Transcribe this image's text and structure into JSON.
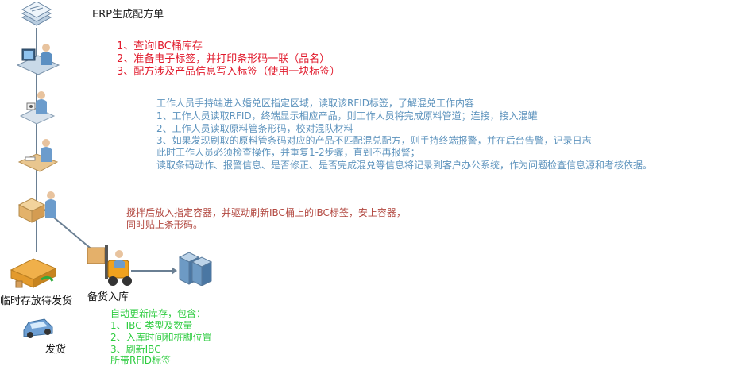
{
  "title": "ERP生成配方单",
  "red_notes": [
    "1、查询IBC桶库存",
    "2、准备电子标签，并打印条形码一联（品名）",
    "3、配方涉及产品信息写入标签（使用一块标签）"
  ],
  "blue_notes": [
    "工作人员手持端进入婚兑区指定区域，读取该RFID标签，了解混兑工作内容",
    "1、工作人员读取RFID，终端显示相应产品，则工作人员将完成原料管道；连接，接入混罐",
    "2、工作人员读取原料管条形码，校对混队材料",
    "3、如果发现刷取的原料管条码对应的产品不匹配混兑配方，则手持终端报警，并在后台告警，记录日志",
    "此时工作人员必须检查操作，并重复1-2步骤，直到不再报警；",
    "读取条码动作、报警信息、是否修正、是否完成混兑等信息将记录到客户办公系统，作为问题检查信息源和考核依据。"
  ],
  "maroon_notes": [
    "搅拌后放入指定容器，并驱动刷新IBC桶上的IBC标签，安上容器，",
    "同时贴上条形码。"
  ],
  "green_notes": [
    "自动更新库存，包含：",
    "1、IBC 类型及数量",
    "2、入库时间和桩脚位置",
    "3、刷新IBC",
    "所带RFID标签"
  ],
  "labels": {
    "temp_storage": "临时存放待发货",
    "stock_in": "备货入库",
    "ship": "发货"
  },
  "colors": {
    "red": "#e1192b",
    "blue": "#5d93bd",
    "maroon": "#b2473f",
    "green": "#2ecc40",
    "connector": "#6a7f93"
  },
  "icons": [
    "document-stack-icon",
    "computer-worker-icon",
    "handheld-scanner-icon",
    "inspection-worker-icon",
    "packing-worker-icon",
    "delivery-truck-icon",
    "forklift-icon",
    "server-rack-icon",
    "car-icon"
  ]
}
